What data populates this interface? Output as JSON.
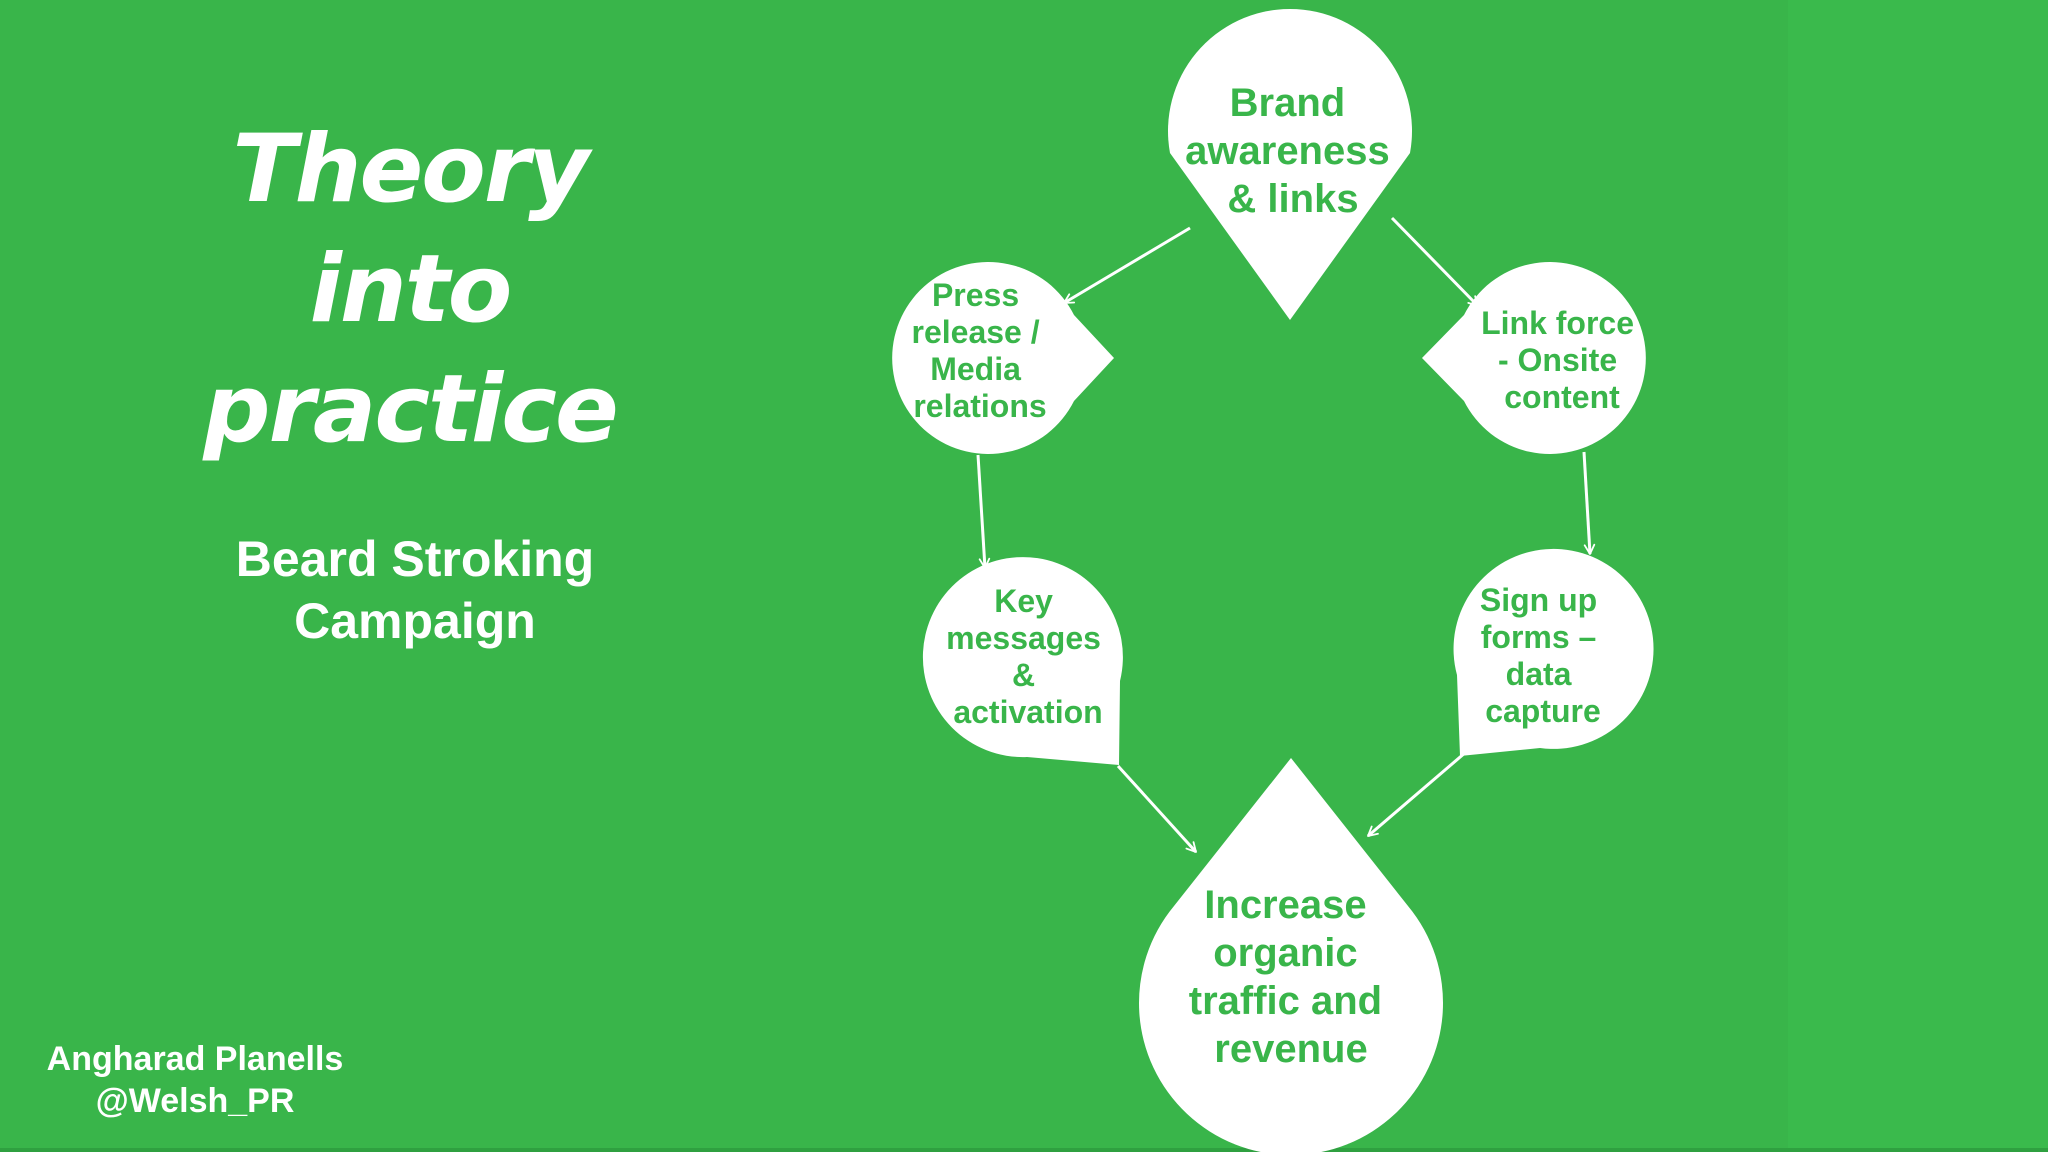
{
  "slide": {
    "title_lines": [
      "Theory",
      "into",
      "practice"
    ],
    "subtitle_lines": [
      "Beard Stroking",
      "Campaign"
    ],
    "author": {
      "name": "Angharad Planells",
      "handle": "@Welsh_PR"
    }
  },
  "diagram": {
    "nodes": [
      {
        "id": "brand",
        "lines": [
          "Brand",
          "awareness",
          "& links"
        ]
      },
      {
        "id": "press",
        "lines": [
          "Press",
          "release /",
          "Media",
          "relations"
        ]
      },
      {
        "id": "link",
        "lines": [
          "Link force",
          "- Onsite",
          "content"
        ]
      },
      {
        "id": "key",
        "lines": [
          "Key",
          "messages",
          "&",
          "activation"
        ]
      },
      {
        "id": "signup",
        "lines": [
          "Sign up",
          "forms –",
          "data",
          "capture"
        ]
      },
      {
        "id": "increase",
        "lines": [
          "Increase",
          "organic",
          "traffic and",
          "revenue"
        ]
      }
    ],
    "edges": [
      {
        "from": "brand",
        "to": "press"
      },
      {
        "from": "brand",
        "to": "link"
      },
      {
        "from": "press",
        "to": "key"
      },
      {
        "from": "link",
        "to": "signup"
      },
      {
        "from": "key",
        "to": "increase"
      },
      {
        "from": "signup",
        "to": "increase"
      }
    ]
  },
  "colors": {
    "background": "#39b54a",
    "node_fill": "#ffffff",
    "node_text": "#39b54a",
    "text": "#ffffff"
  }
}
